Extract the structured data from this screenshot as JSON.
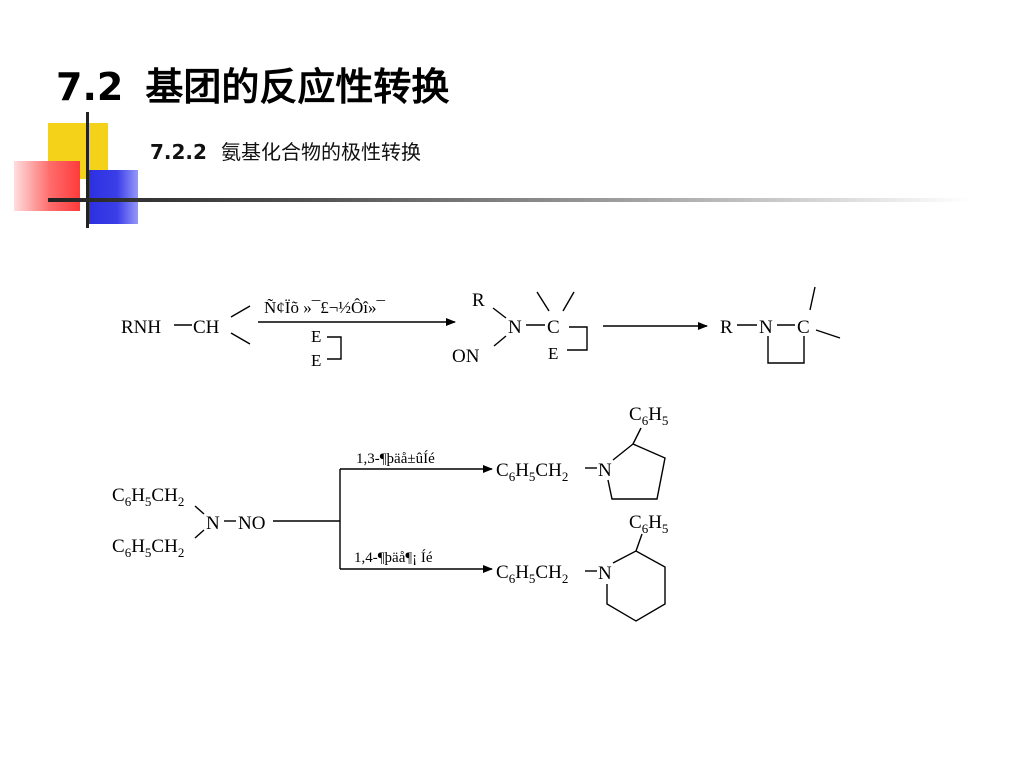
{
  "header": {
    "section_number": "7.2",
    "section_title": "基团的反应性转换",
    "subsection_number": "7.2.2",
    "subsection_title": "氨基化合物的极性转换"
  },
  "reaction1": {
    "reactant_amine": "RNH",
    "reactant_ch": "CH",
    "arrow_label": "Ñ¢Ïõ »¯£¬½Ôî»¯",
    "reagent_e1": "E",
    "reagent_e2": "E",
    "intermediate_r": "R",
    "intermediate_n": "N",
    "intermediate_c": "C",
    "intermediate_on": "ON",
    "intermediate_e": "E",
    "product_r": "R",
    "product_n": "N",
    "product_c": "C"
  },
  "reaction2": {
    "reactant_upper": [
      "C",
      "6",
      "H",
      "5",
      "CH",
      "2"
    ],
    "reactant_n": "N",
    "reactant_no": "NO",
    "reactant_lower": [
      "C",
      "6",
      "H",
      "5",
      "CH",
      "2"
    ],
    "upper_arrow_label": "1,3-¶þäå±ûÍé",
    "lower_arrow_label": "1,4-¶þäå¶¡ Íé",
    "product1_substituent": [
      "C",
      "6",
      "H",
      "5"
    ],
    "product1_chain": [
      "C",
      "6",
      "H",
      "5",
      "CH",
      "2"
    ],
    "product1_n": "N",
    "product2_substituent": [
      "C",
      "6",
      "H",
      "5"
    ],
    "product2_chain": [
      "C",
      "6",
      "H",
      "5",
      "CH",
      "2"
    ],
    "product2_n": "N"
  },
  "colors": {
    "accent_yellow": "#f5d21a",
    "accent_blue": "#2a2ee0",
    "accent_red": "#ff3b3b",
    "text": "#000000"
  }
}
